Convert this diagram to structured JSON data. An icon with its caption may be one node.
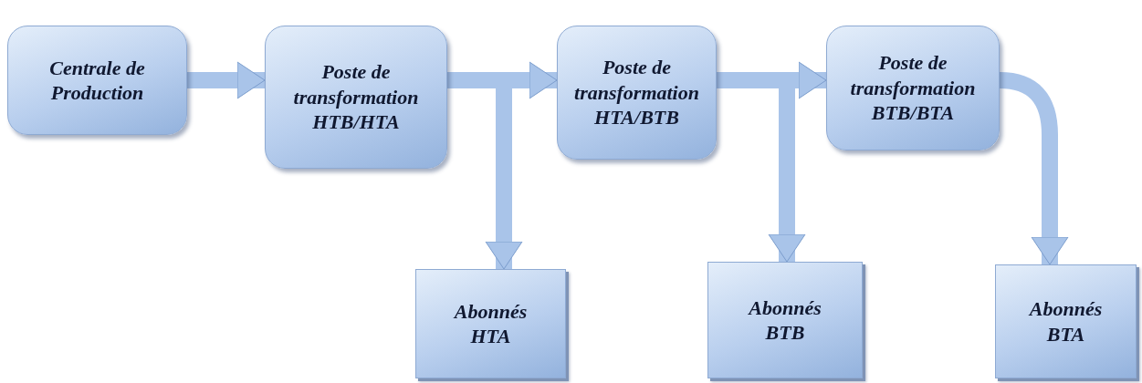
{
  "diagram": {
    "nodes": [
      {
        "text": [
          "Centrale de Production"
        ]
      },
      {
        "text": [
          "Poste de transformation HTB/HTA"
        ]
      },
      {
        "text": [
          "Poste de transformation HTA/BTB"
        ]
      },
      {
        "text": [
          "Poste de transformation BTB/BTA"
        ]
      },
      {
        "text": [
          "Abonnés HTA"
        ]
      },
      {
        "text": [
          "Abonnés BTB"
        ]
      },
      {
        "text": [
          "Abonnés BTA"
        ]
      }
    ],
    "edges": [
      {
        "from": 0,
        "to": 1,
        "arrow": "to"
      },
      {
        "from": 1,
        "to": 2,
        "arrow": "to"
      },
      {
        "from": 1,
        "to": 4,
        "arrow": "to"
      },
      {
        "from": 2,
        "to": 3,
        "arrow": "to"
      },
      {
        "from": 2,
        "to": 5,
        "arrow": "to"
      },
      {
        "from": 3,
        "to": 6,
        "arrow": "to"
      }
    ]
  }
}
